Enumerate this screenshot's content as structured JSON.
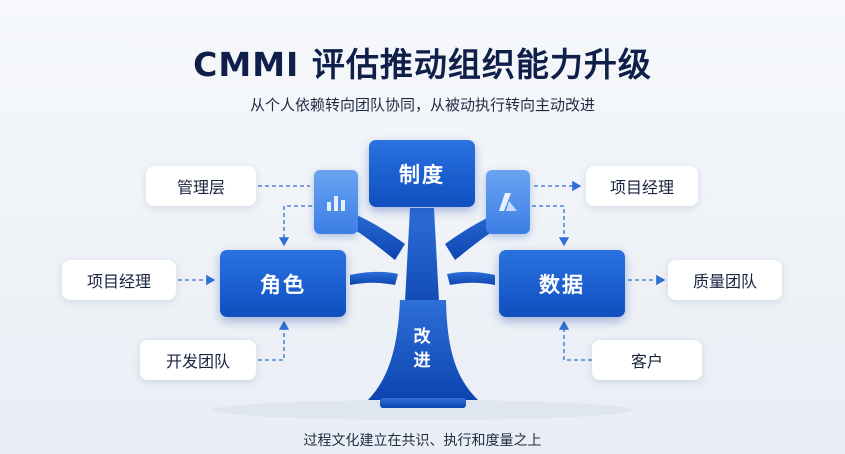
{
  "title": "CMMI 评估推动组织能力升级",
  "subtitle": "从个人依赖转向团队协同，从被动执行转向主动改进",
  "center": {
    "top_label": "制度",
    "left_label": "角色",
    "right_label": "数据",
    "trunk_label_1": "改",
    "trunk_label_2": "进"
  },
  "left_nodes": {
    "top": "管理层",
    "middle": "项目经理",
    "bottom": "开发团队"
  },
  "right_nodes": {
    "top": "项目经理",
    "middle": "质量团队",
    "bottom": "客户"
  },
  "icons": {
    "left": "bar-chart-icon",
    "right": "azure-logo-icon"
  },
  "colors": {
    "primary": "#1557c8",
    "dark_navy": "#0f1f4a",
    "arrow": "#2f6fd6"
  },
  "footer": "过程文化建立在共识、执行和度量之上"
}
